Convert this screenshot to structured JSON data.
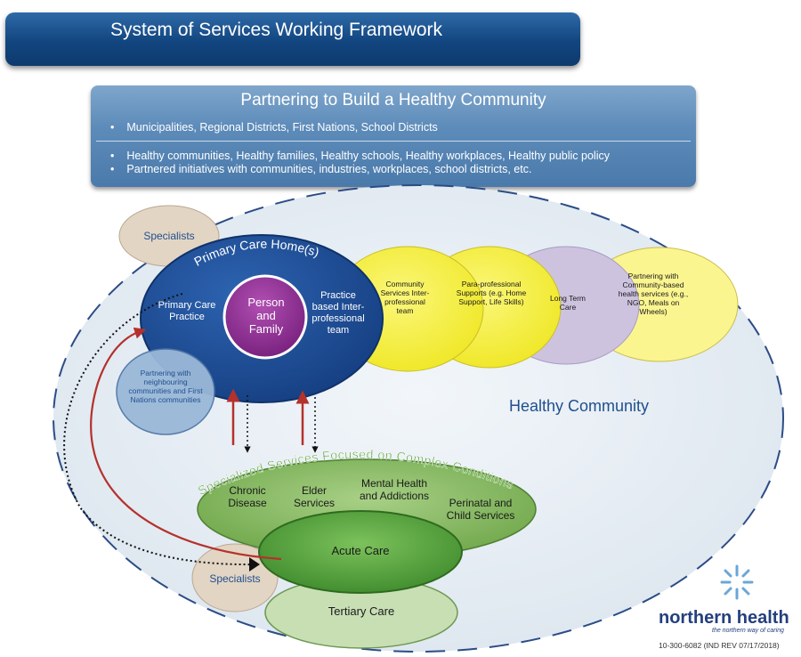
{
  "title": "System of Services Working Framework",
  "partnering": {
    "title": "Partnering to Build a Healthy Community",
    "bullets_top": [
      "Municipalities, Regional Districts, First Nations, School Districts"
    ],
    "bullets_bottom": [
      "Healthy communities, Healthy families, Healthy schools, Healthy workplaces, Healthy public policy",
      "Partnered initiatives with communities, industries, workplaces, school districts, etc."
    ],
    "bullet_glyph": "•"
  },
  "healthy_community": "Healthy Community",
  "specialists_top": "Specialists",
  "primary_care_home": {
    "arc_title": "Primary Care Home(s)",
    "practice": "Primary Care Practice",
    "person_family": "Person and Family",
    "team": "Practice based Inter-professional team"
  },
  "partnering_neighbours": "Partnering with neighbouring communities and First Nations communities",
  "yellow_ovals": {
    "community_services": "Community Services Inter-professional team",
    "para_professional": "Para-professional Supports (e.g. Home Support, Life Skills)",
    "long_term_care": "Long Term Care",
    "community_based": "Partnering with Community-based health services (e.g., NGO, Meals on Wheels)"
  },
  "specialized": {
    "arc_title": "Specialized Services Focused on Complex Conditions",
    "chronic": "Chronic Disease",
    "elder": "Elder Services",
    "mental": "Mental Health and Addictions",
    "perinatal": "Perinatal and Child Services"
  },
  "acute_care": "Acute Care",
  "specialists_bottom": "Specialists",
  "tertiary_care": "Tertiary Care",
  "logo": {
    "name": "northern health",
    "tagline": "the northern way of caring"
  },
  "form_code": "10-300-6082 (IND REV 07/17/2018)",
  "colors": {
    "banner": "#12457f",
    "primary_care": "#1e4b93",
    "person": "#8a2a8c",
    "yellow": "#f5ef3a",
    "lavender": "#cdc3df",
    "green": "#7fb35a",
    "acute": "#4f9a3a",
    "tertiary": "#c8dfb4",
    "specialists": "#e3d5c3",
    "red_arrow": "#b5312c",
    "logo": "#23407e"
  }
}
